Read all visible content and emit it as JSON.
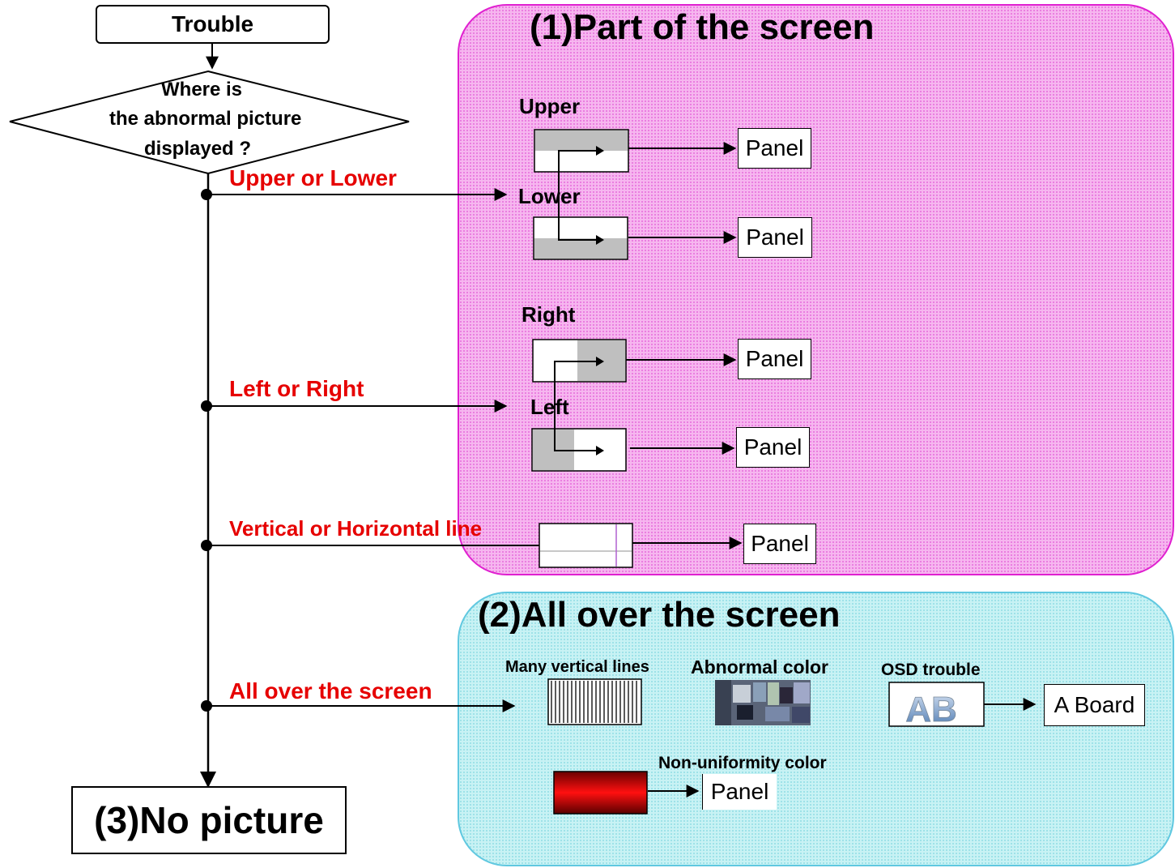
{
  "colors": {
    "part_region_fill": "#f29ce9",
    "part_region_border": "#e020d0",
    "all_region_fill": "#b4eef0",
    "all_region_border": "#60c8e0",
    "branch_label": "#e60000",
    "shaded": "#bfbfbf"
  },
  "start": {
    "label": "Trouble"
  },
  "decision": {
    "line1": "Where is",
    "line2": "the abnormal picture",
    "line3": "displayed ?"
  },
  "branches": {
    "upper_lower": "Upper or Lower",
    "left_right": "Left or Right",
    "lines": "Vertical or Horizontal line",
    "all_over": "All over the screen"
  },
  "end": {
    "label": "(3)No picture"
  },
  "part_section": {
    "title": "(1)Part of the screen",
    "upper_label": "Upper",
    "lower_label": "Lower",
    "right_label": "Right",
    "left_label": "Left",
    "panel_upper": "Panel",
    "panel_lower": "Panel",
    "panel_right": "Panel",
    "panel_left": "Panel",
    "panel_line": "Panel"
  },
  "all_section": {
    "title": "(2)All over the screen",
    "many_vertical": "Many vertical lines",
    "abnormal_color": "Abnormal color",
    "osd_trouble": "OSD trouble",
    "osd_icon_text": "AB",
    "a_board": "A Board",
    "non_uniformity": "Non-uniformity color",
    "panel_nonuni": "Panel"
  }
}
